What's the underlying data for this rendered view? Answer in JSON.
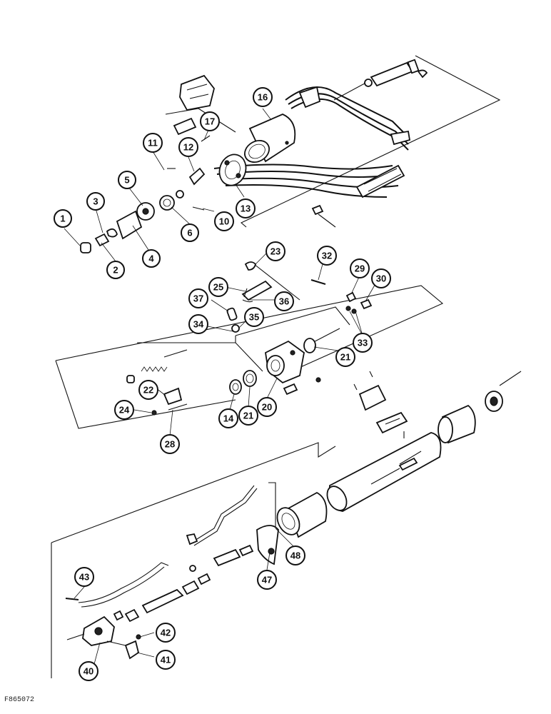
{
  "figure": {
    "code": "F865072"
  },
  "callouts": [
    "1",
    "2",
    "3",
    "4",
    "5",
    "6",
    "10",
    "11",
    "12",
    "13",
    "14",
    "16",
    "17",
    "20",
    "21",
    "21",
    "22",
    "23",
    "24",
    "25",
    "28",
    "29",
    "30",
    "32",
    "33",
    "34",
    "35",
    "36",
    "37",
    "40",
    "41",
    "42",
    "43",
    "47",
    "48"
  ]
}
